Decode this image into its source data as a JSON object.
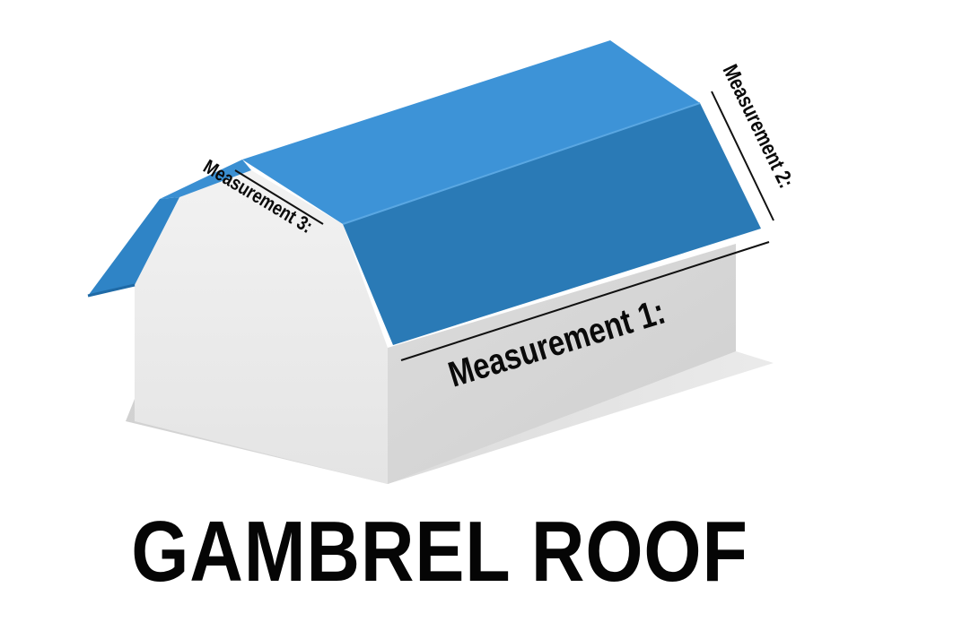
{
  "title": "GAMBREL ROOF",
  "measurements": {
    "m1": {
      "label": "Measurement 1:"
    },
    "m2": {
      "label": "Measurement 2:"
    },
    "m3": {
      "label": "Measurement 3:"
    }
  },
  "colors": {
    "roof_light": "#3f93d6",
    "roof_dark": "#2a79b5",
    "roof_edge": "#1f6aa6",
    "wall_front": "#e6e6e6",
    "wall_gable": "#f0f0f0",
    "shadow": "#d0d0d0"
  }
}
